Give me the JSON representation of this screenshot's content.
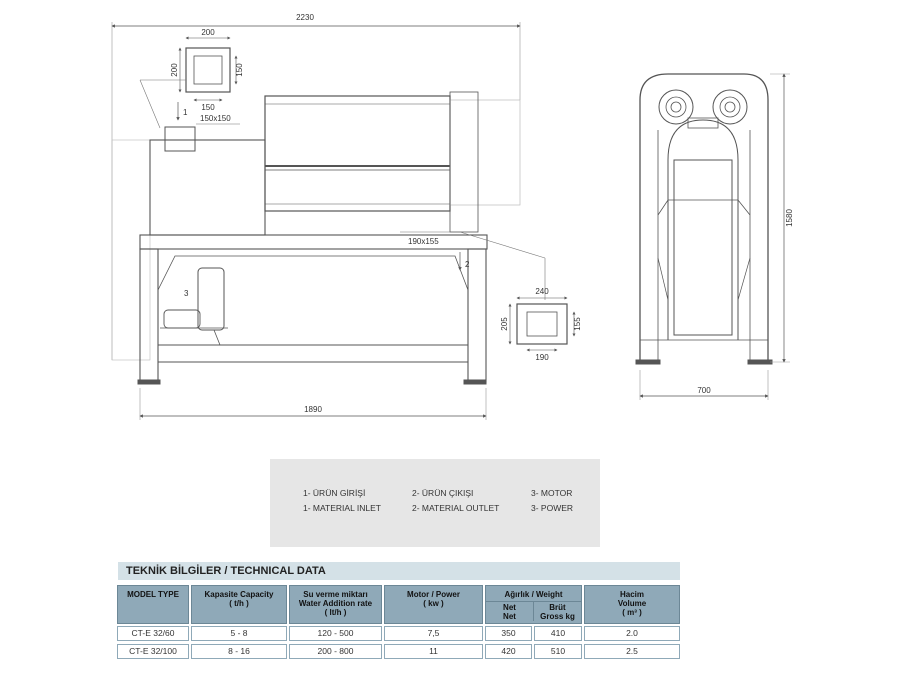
{
  "drawing": {
    "dims": {
      "total_length": "2230",
      "inlet_w_top": "200",
      "inlet_h_left": "200",
      "inlet_h_right": "150",
      "inlet_w_bottom": "150",
      "inlet_marker": "1",
      "inlet_size": "150x150",
      "outlet_size": "190x155",
      "outlet_marker": "2",
      "outlet_w_top": "240",
      "outlet_h_left": "205",
      "outlet_h_right": "155",
      "outlet_w_bottom": "190",
      "motor_marker": "3",
      "base_length": "1890",
      "side_width": "700",
      "side_height": "1580"
    }
  },
  "legend": {
    "items": [
      {
        "tr": "1- ÜRÜN GİRİŞİ",
        "en": "1- MATERIAL INLET"
      },
      {
        "tr": "2- ÜRÜN ÇIKIŞI",
        "en": "2- MATERIAL OUTLET"
      },
      {
        "tr": "3- MOTOR",
        "en": "3- POWER"
      }
    ]
  },
  "technical": {
    "title": "TEKNİK BİLGİLER / TECHNICAL DATA",
    "headers": {
      "model": "MODEL TYPE",
      "capacity_1": "Kapasite Capacity",
      "capacity_2": "( t/h )",
      "water_1": "Su verme miktarı",
      "water_2": "Water Addition rate",
      "water_3": "( lt/h )",
      "motor_1": "Motor / Power",
      "motor_2": "( kw )",
      "weight": "Ağırlık / Weight",
      "net_1": "Net",
      "net_2": "Net",
      "gross_1": "Brüt",
      "gross_2": "Gross kg",
      "volume_1": "Hacim",
      "volume_2": "Volume",
      "volume_3": "( m³ )"
    },
    "rows": [
      {
        "model": "CT-E 32/60",
        "capacity": "5 - 8",
        "water": "120 - 500",
        "motor": "7,5",
        "net": "350",
        "gross": "410",
        "volume": "2.0"
      },
      {
        "model": "CT-E 32/100",
        "capacity": "8 - 16",
        "water": "200 - 800",
        "motor": "11",
        "net": "420",
        "gross": "510",
        "volume": "2.5"
      }
    ]
  }
}
